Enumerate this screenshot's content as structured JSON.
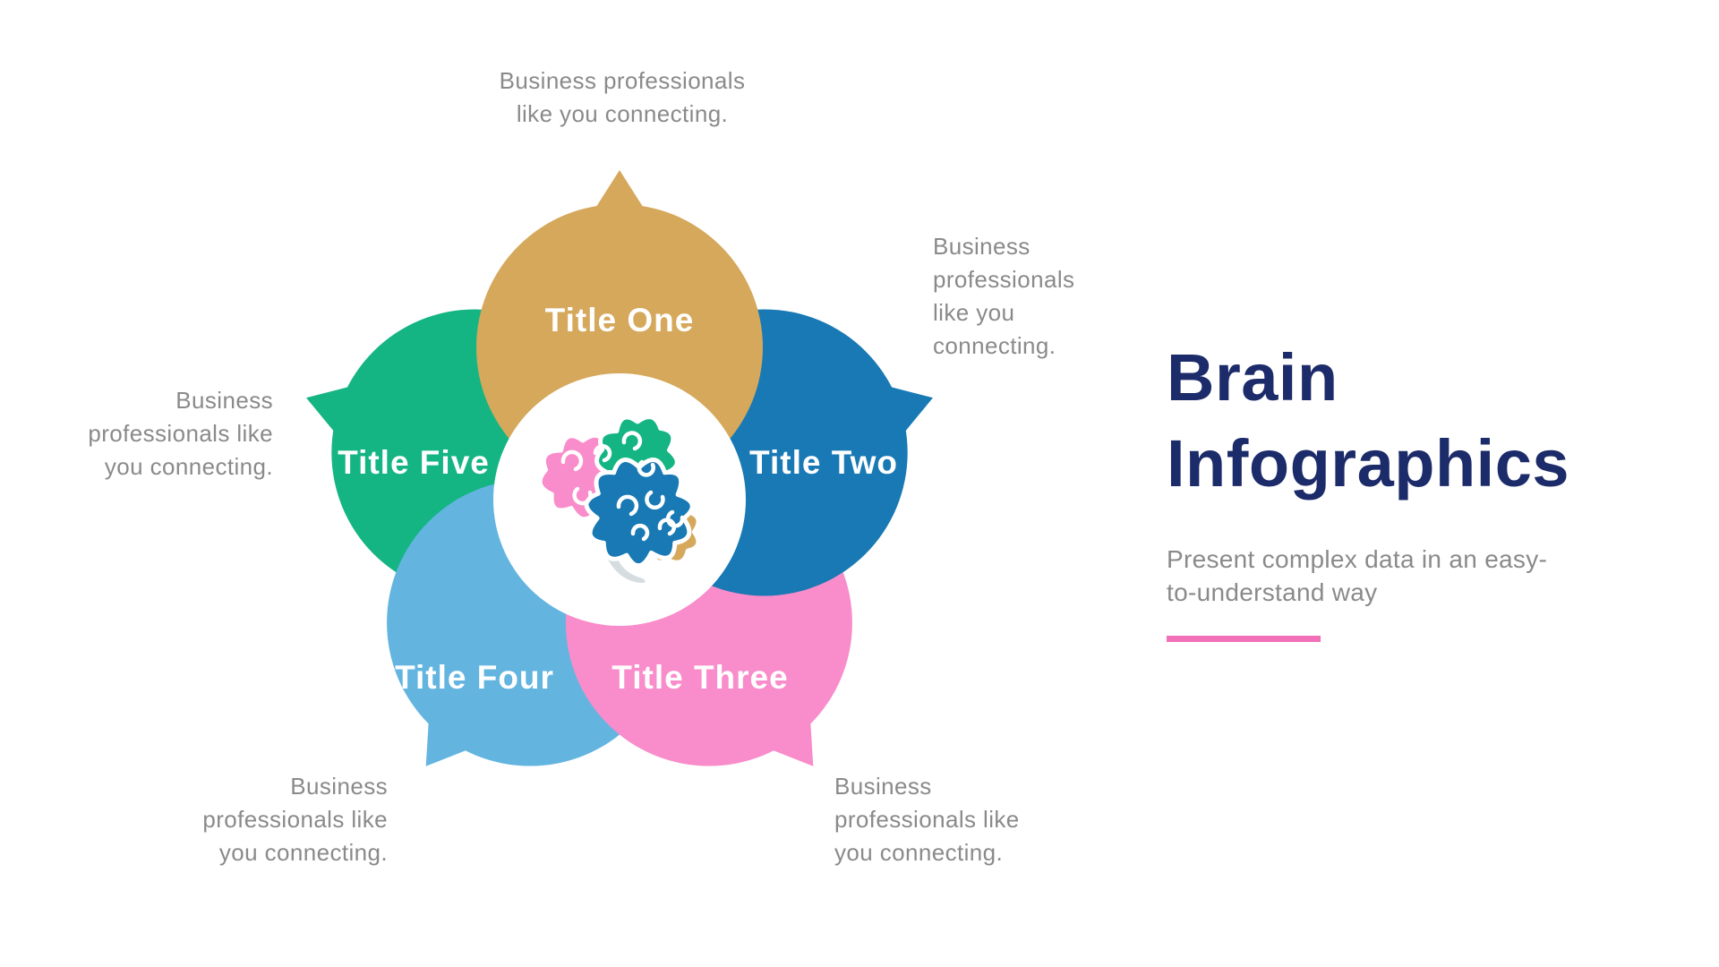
{
  "page": {
    "background": "#FFFFFF"
  },
  "right_panel": {
    "title_lines": [
      "Brain",
      "Infographics"
    ],
    "title_color": "#1C2B69",
    "subtitle_lines": [
      "Present complex data in an easy-",
      "to-understand way"
    ],
    "subtitle_color": "#8A8A8A",
    "divider_color": "#F170B8"
  },
  "diagram": {
    "description_text_color": "#8A8A8A",
    "center_circle_color": "#FFFFFF",
    "petals": [
      {
        "label": "Title One",
        "color": "#D5A85C",
        "angle_deg": 0,
        "description_lines": [
          "Business professionals",
          "like you connecting."
        ]
      },
      {
        "label": "Title Two",
        "color": "#1879B4",
        "angle_deg": 72,
        "description_lines": [
          "Business",
          "professionals",
          "like you",
          "connecting."
        ]
      },
      {
        "label": "Title Three",
        "color": "#F98CCA",
        "angle_deg": 144,
        "description_lines": [
          "Business",
          "professionals like",
          "you connecting."
        ]
      },
      {
        "label": "Title Four",
        "color": "#63B5E0",
        "angle_deg": 216,
        "description_lines": [
          "Business",
          "professionals like",
          "you connecting."
        ]
      },
      {
        "label": "Title Five",
        "color": "#14B583",
        "angle_deg": 288,
        "description_lines": [
          "Business",
          "professionals like",
          "you connecting."
        ]
      }
    ],
    "brain_colors": {
      "frontal_lobe": "#F98CCA",
      "parietal_lobe": "#14B583",
      "temporal_lobe": "#1879B4",
      "occipital_lobe": "#D5A85C",
      "stem": "#D6DDE0",
      "fold_lines": "#FFFFFF"
    }
  }
}
